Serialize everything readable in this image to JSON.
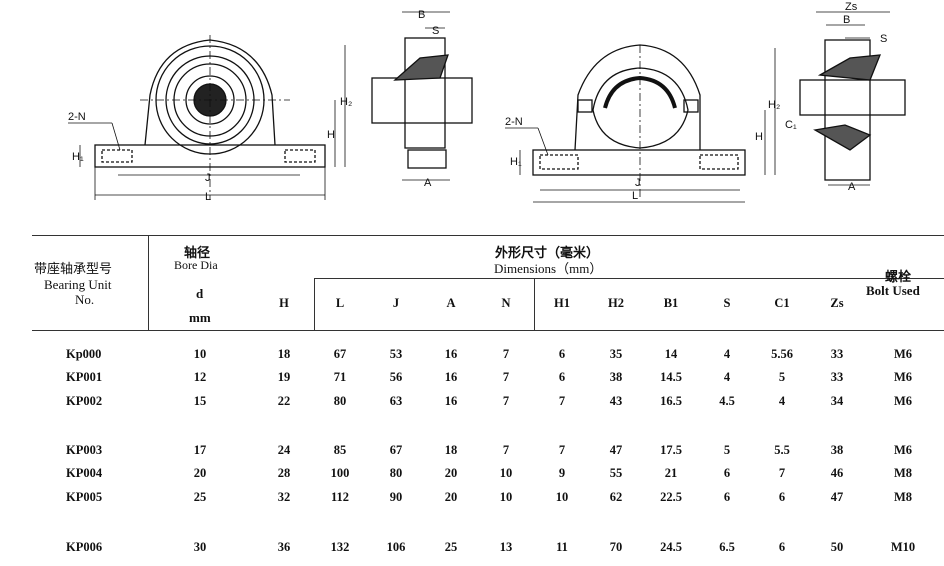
{
  "diagram_labels": {
    "left_front": {
      "n": "2-N",
      "h1": "H₁",
      "h": "H",
      "h2": "H₂",
      "j": "J",
      "l": "L"
    },
    "left_side": {
      "b": "B",
      "s": "S",
      "a": "A"
    },
    "right_front": {
      "n": "2-N",
      "h1": "H₁",
      "h": "H",
      "h2": "H₂",
      "j": "J",
      "l": "L"
    },
    "right_side": {
      "zs": "Zs",
      "b": "B",
      "s": "S",
      "c1": "C₁",
      "a": "A"
    }
  },
  "table": {
    "header": {
      "model_cn": "带座轴承型号",
      "model_en1": "Bearing Unit",
      "model_en2": "No.",
      "bore_cn": "轴径",
      "bore_en": "Bore Dia",
      "bore_d": "d",
      "bore_mm": "mm",
      "dims_cn": "外形尺寸（毫米）",
      "dims_en": "Dimensions（mm）",
      "bolt_cn": "螺栓",
      "bolt_en": "Bolt Used",
      "columns": [
        "H",
        "L",
        "J",
        "A",
        "N",
        "H1",
        "H2",
        "B1",
        "S",
        "C1",
        "Zs"
      ]
    },
    "rows": [
      {
        "model": "Kp000",
        "d": "10",
        "vals": [
          "18",
          "67",
          "53",
          "16",
          "7",
          "6",
          "35",
          "14",
          "4",
          "5.56",
          "33"
        ],
        "bolt": "M6"
      },
      {
        "model": "KP001",
        "d": "12",
        "vals": [
          "19",
          "71",
          "56",
          "16",
          "7",
          "6",
          "38",
          "14.5",
          "4",
          "5",
          "33"
        ],
        "bolt": "M6"
      },
      {
        "model": "KP002",
        "d": "15",
        "vals": [
          "22",
          "80",
          "63",
          "16",
          "7",
          "7",
          "43",
          "16.5",
          "4.5",
          "4",
          "34"
        ],
        "bolt": "M6"
      },
      {
        "model": "KP003",
        "d": "17",
        "vals": [
          "24",
          "85",
          "67",
          "18",
          "7",
          "7",
          "47",
          "17.5",
          "5",
          "5.5",
          "38"
        ],
        "bolt": "M6"
      },
      {
        "model": "KP004",
        "d": "20",
        "vals": [
          "28",
          "100",
          "80",
          "20",
          "10",
          "9",
          "55",
          "21",
          "6",
          "7",
          "46"
        ],
        "bolt": "M8"
      },
      {
        "model": "KP005",
        "d": "25",
        "vals": [
          "32",
          "112",
          "90",
          "20",
          "10",
          "10",
          "62",
          "22.5",
          "6",
          "6",
          "47"
        ],
        "bolt": "M8"
      },
      {
        "model": "KP006",
        "d": "30",
        "vals": [
          "36",
          "132",
          "106",
          "25",
          "13",
          "11",
          "70",
          "24.5",
          "6.5",
          "6",
          "50"
        ],
        "bolt": "M10"
      }
    ]
  }
}
